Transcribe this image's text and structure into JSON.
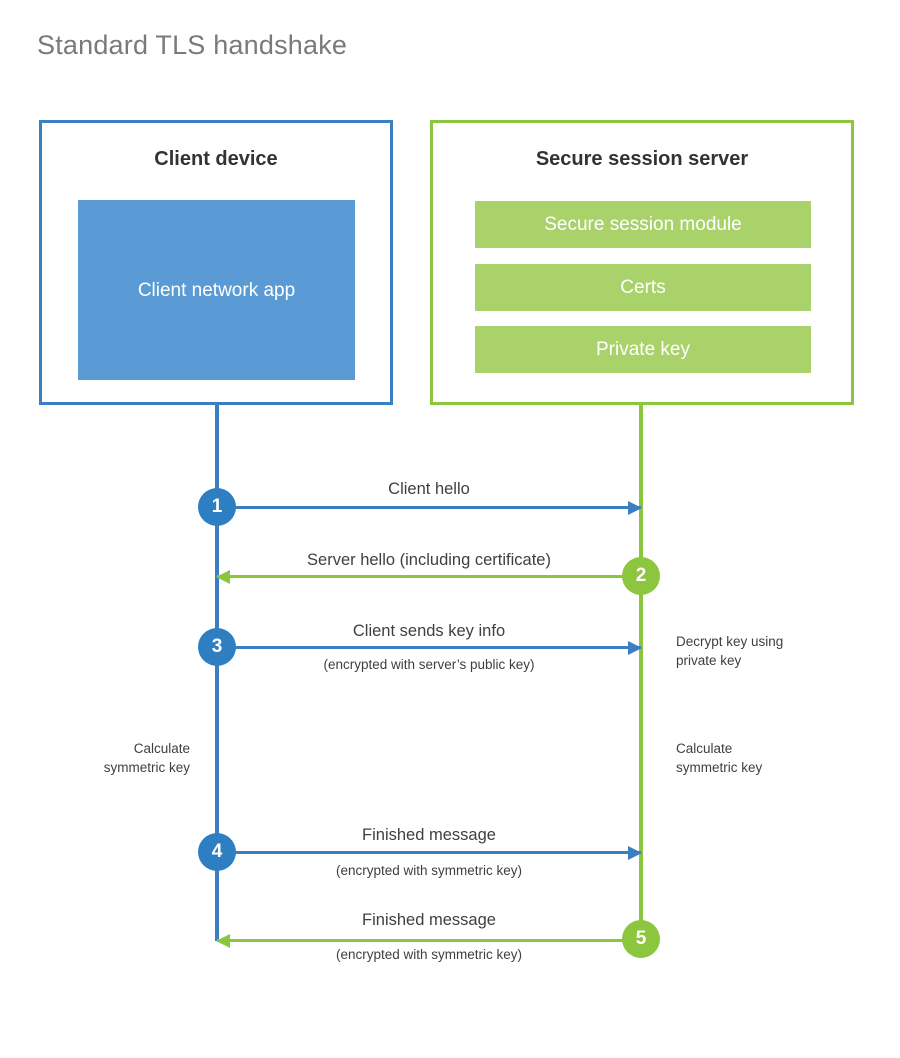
{
  "title": "Standard TLS handshake",
  "colors": {
    "client_accent": "#3a7fc1",
    "client_badge": "#2e7fc1",
    "client_block": "#5b9bd5",
    "server_accent": "#8cc63f",
    "server_block": "#a9d26b",
    "title_text": "#7a7a7a",
    "body_text": "#3f3f3f",
    "heading_text": "#333333",
    "background": "#ffffff"
  },
  "client": {
    "title": "Client device",
    "block_label": "Client network app",
    "note": "Calculate\nsymmetric key"
  },
  "server": {
    "title": "Secure session server",
    "blocks": [
      {
        "label": "Secure session module"
      },
      {
        "label": "Certs"
      },
      {
        "label": "Private key"
      }
    ],
    "note_decrypt": "Decrypt key using\nprivate key",
    "note_calculate": "Calculate\nsymmetric key"
  },
  "steps": [
    {
      "number": "1",
      "label": "Client hello",
      "sublabel": "",
      "direction": "client-to-server",
      "color": "blue"
    },
    {
      "number": "2",
      "label": "Server hello (including certificate)",
      "sublabel": "",
      "direction": "server-to-client",
      "color": "green"
    },
    {
      "number": "3",
      "label": "Client sends key info",
      "sublabel": "(encrypted with server’s public key)",
      "direction": "client-to-server",
      "color": "blue"
    },
    {
      "number": "4",
      "label": "Finished message",
      "sublabel": "(encrypted with symmetric key)",
      "direction": "client-to-server",
      "color": "blue"
    },
    {
      "number": "5",
      "label": "Finished message",
      "sublabel": "(encrypted with symmetric key)",
      "direction": "server-to-client",
      "color": "green"
    }
  ]
}
